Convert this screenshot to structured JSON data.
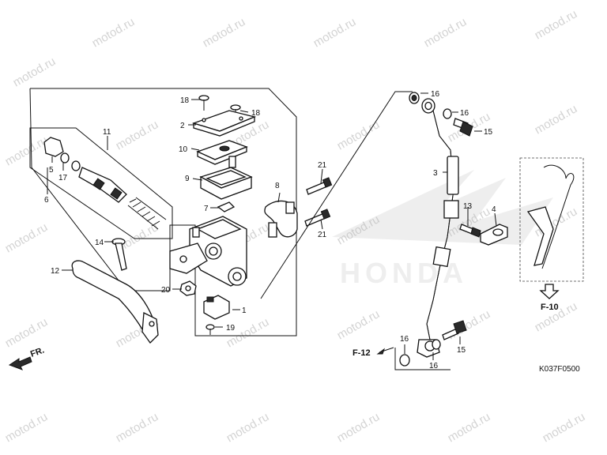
{
  "watermark": "motod.ru",
  "diagram_code": "K037F0500",
  "brand_watermark": "HONDA",
  "direction_label": "FR.",
  "refs": {
    "f10": "F-10",
    "f12": "F-12"
  },
  "callouts": {
    "c18a": "18",
    "c18b": "18",
    "c2": "2",
    "c10": "10",
    "c9": "9",
    "c7": "7",
    "c8": "8",
    "c21a": "21",
    "c21b": "21",
    "c11": "11",
    "c5": "5",
    "c17": "17",
    "c6": "6",
    "c14": "14",
    "c12": "12",
    "c20": "20",
    "c1": "1",
    "c19": "19",
    "c16a": "16",
    "c16b": "16",
    "c15a": "15",
    "c3": "3",
    "c13": "13",
    "c4": "4",
    "c16c": "16",
    "c16d": "16",
    "c15b": "15"
  }
}
